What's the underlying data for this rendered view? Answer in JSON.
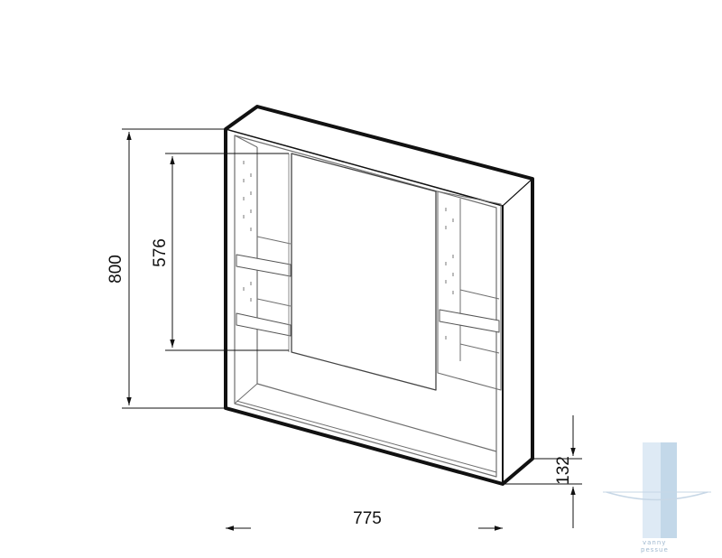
{
  "dimensions": {
    "height": "800",
    "inner_height": "576",
    "width": "775",
    "depth": "132"
  },
  "watermark": {
    "line1": "vanny",
    "line2": "pessue",
    "color": "#bcd3e6"
  },
  "colors": {
    "outline": "#111111",
    "edge": "#6f6f6f",
    "shelf": "#555555"
  }
}
